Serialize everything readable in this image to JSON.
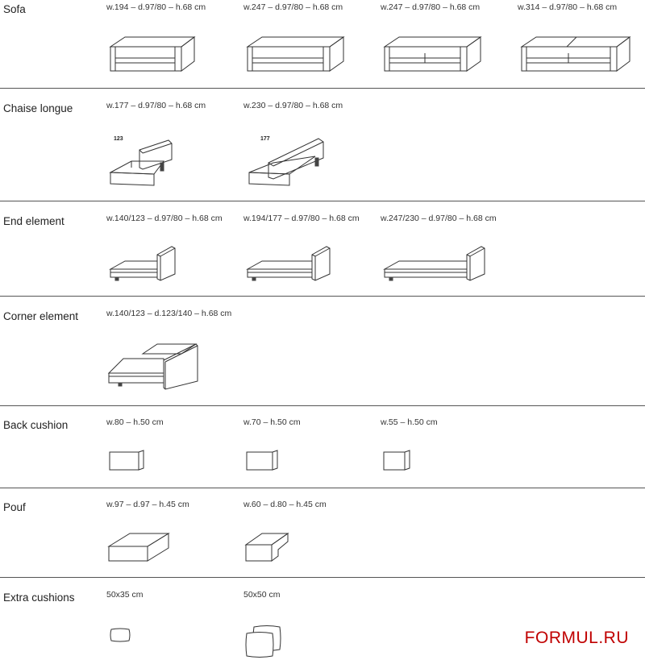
{
  "brand": "FORMUL.RU",
  "sections": [
    {
      "label": "Sofa",
      "items": [
        "w.194 – d.97/80 – h.68 cm",
        "w.247 – d.97/80 – h.68 cm",
        "w.247 – d.97/80 – h.68 cm",
        "w.314 – d.97/80 – h.68 cm"
      ]
    },
    {
      "label": "Chaise longue",
      "items": [
        "w.177 – d.97/80 – h.68 cm",
        "w.230 – d.97/80 – h.68 cm"
      ],
      "marks": [
        "123",
        "177"
      ]
    },
    {
      "label": "End element",
      "items": [
        "w.140/123 – d.97/80 – h.68 cm",
        "w.194/177 – d.97/80 – h.68 cm",
        "w.247/230 – d.97/80 – h.68 cm"
      ]
    },
    {
      "label": "Corner element",
      "items": [
        "w.140/123 – d.123/140 – h.68 cm"
      ]
    },
    {
      "label": "Back cushion",
      "items": [
        "w.80 – h.50 cm",
        "w.70 – h.50 cm",
        "w.55 – h.50 cm"
      ]
    },
    {
      "label": "Pouf",
      "items": [
        "w.97 – d.97 – h.45 cm",
        "w.60 – d.80 – h.45 cm"
      ]
    },
    {
      "label": "Extra cushions",
      "items": [
        "50x35 cm",
        "50x50 cm"
      ]
    }
  ]
}
